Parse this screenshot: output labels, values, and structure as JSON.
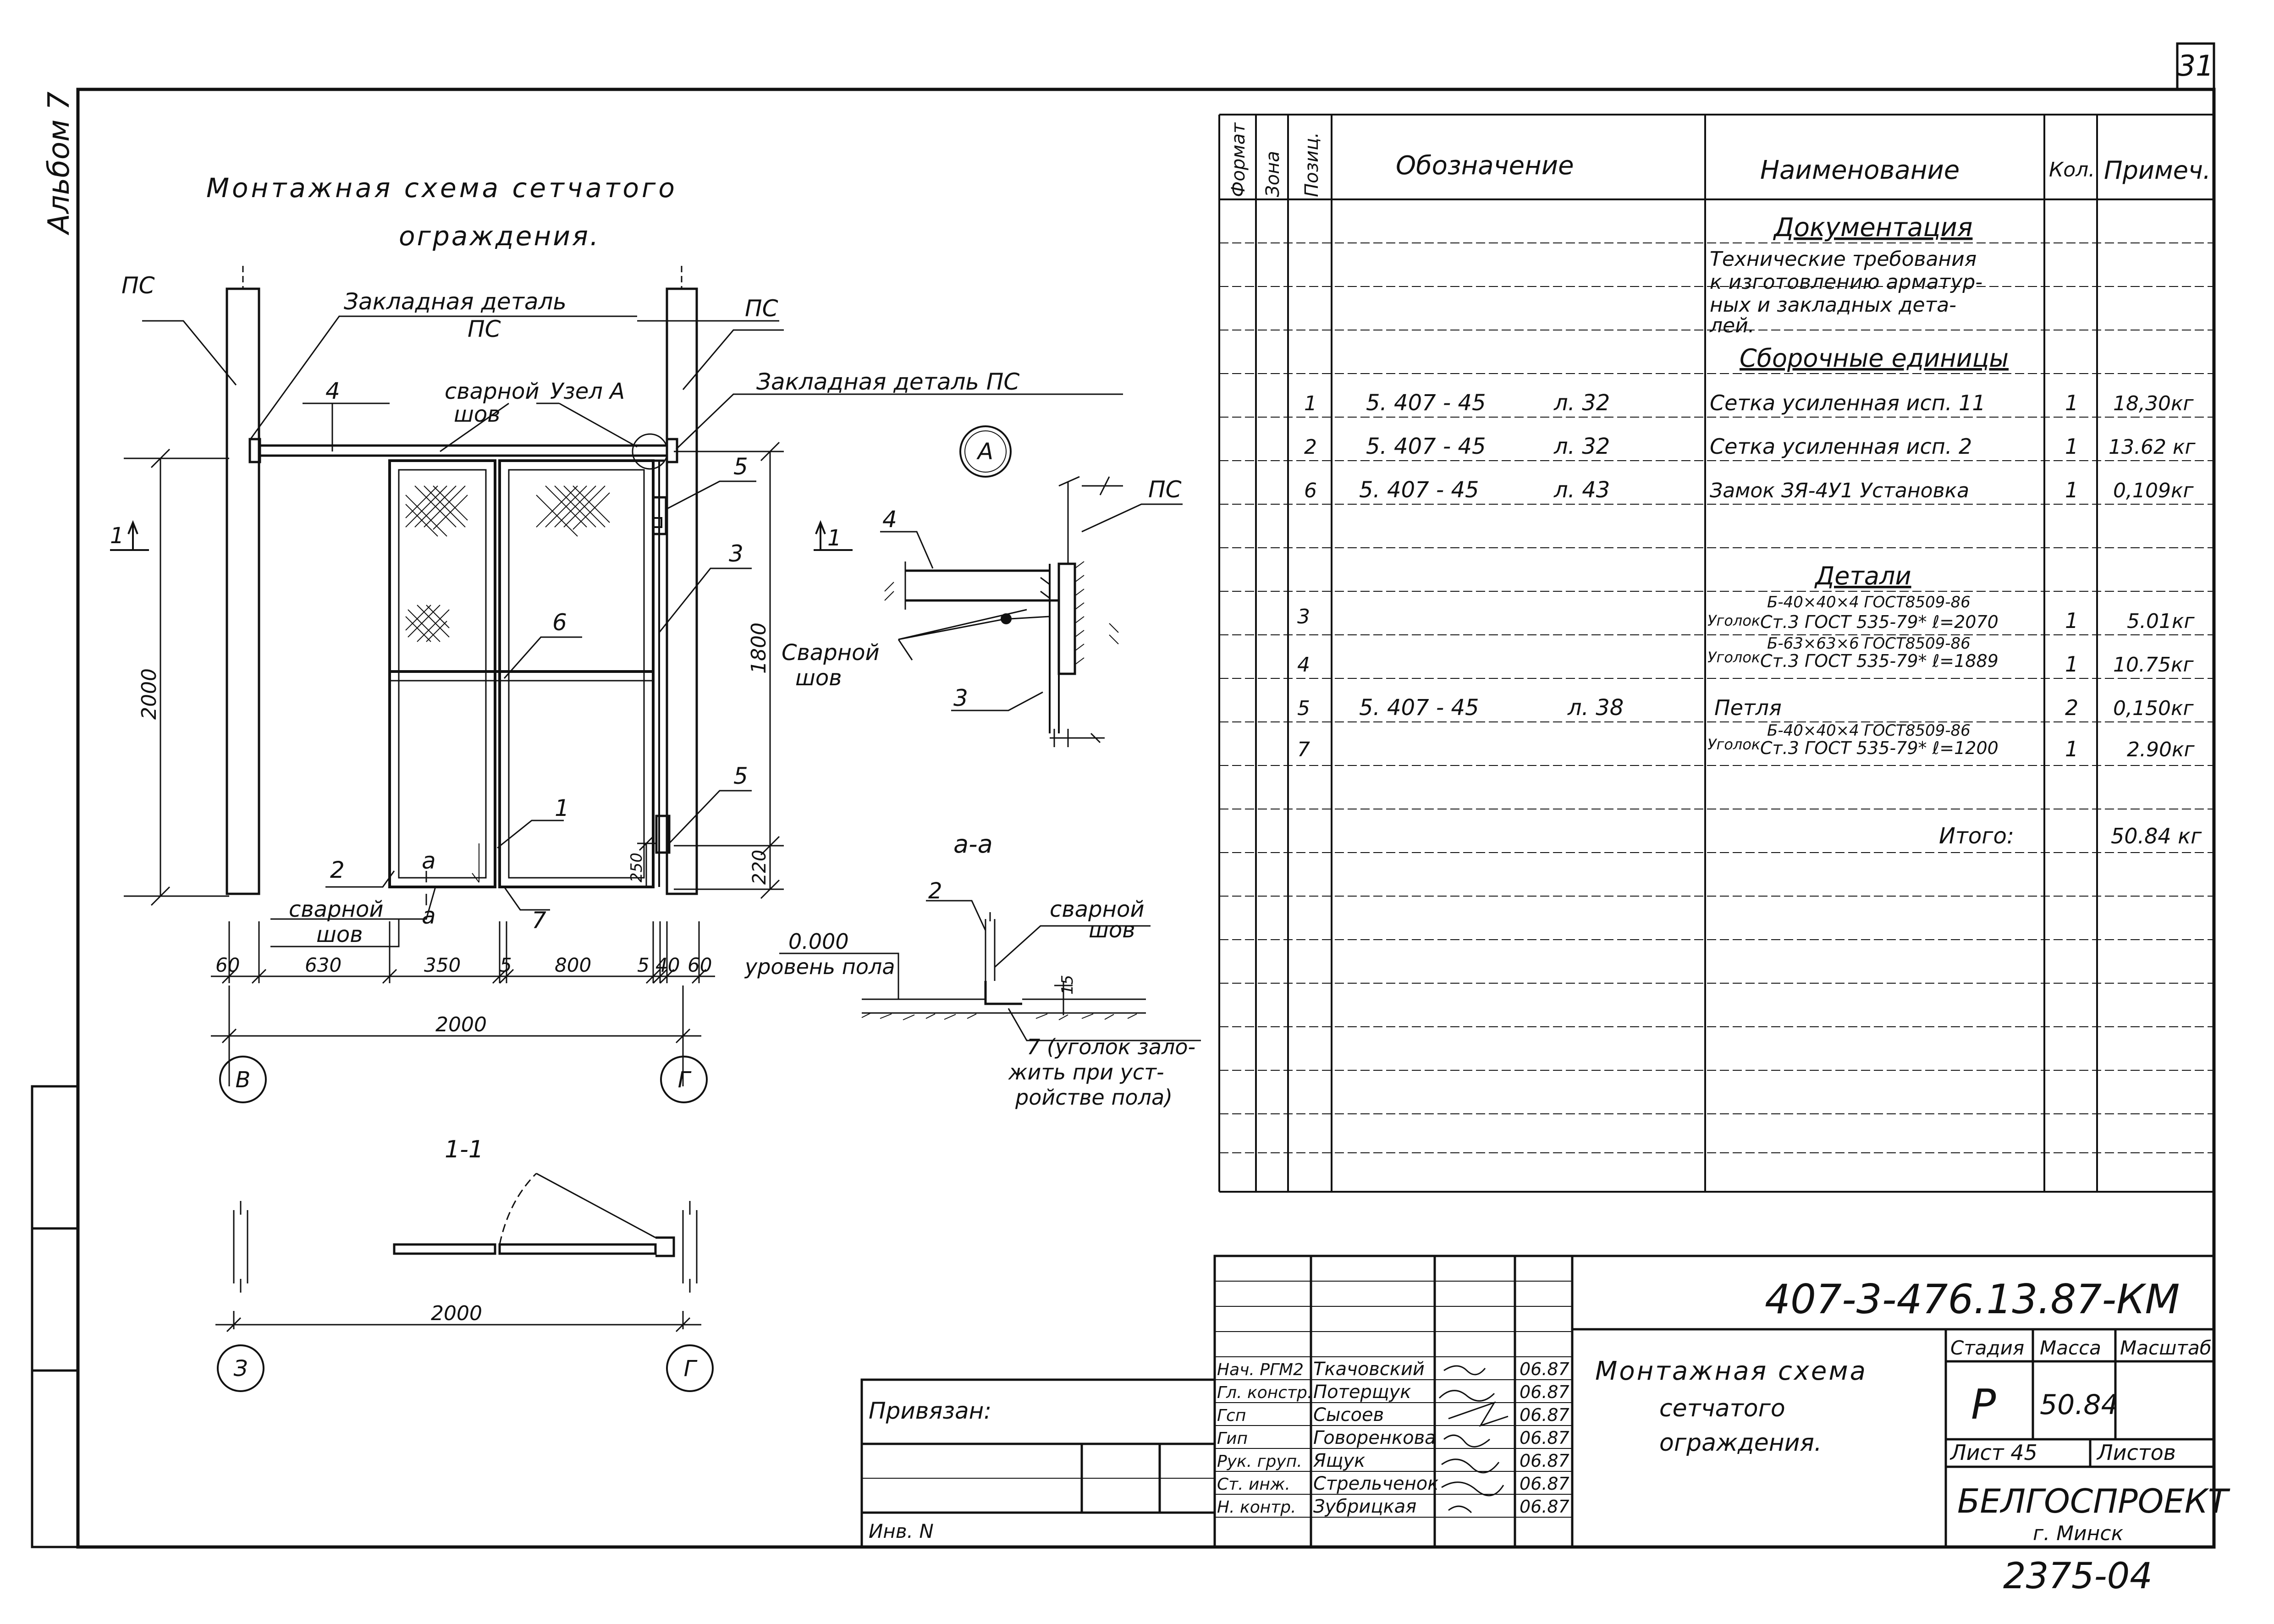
{
  "sheet": {
    "page_number": "31",
    "album_label": "Альбом 7",
    "drawing_code": "407-3-476.13.87-КМ",
    "archive_number": "2375-04"
  },
  "drawing": {
    "title_line1": "Монтажная схема сетчатого",
    "title_line2": "ограждения.",
    "labels": {
      "ps_left": "ПС",
      "ps_right": "ПС",
      "embedded_part_line1": "Закладная деталь",
      "embedded_part_line2": "ПС",
      "embedded_part_right": "Закладная деталь ПС",
      "weld_line1": "сварной",
      "weld_line2": "шов",
      "node_a": "Узел А",
      "pos_1": "1",
      "pos_2": "2",
      "pos_3": "3",
      "pos_4": "4",
      "pos_5a": "5",
      "pos_5b": "5",
      "pos_6": "6",
      "pos_7": "7",
      "section_mark_left": "1",
      "section_mark_right": "1",
      "cut_a_top": "а",
      "cut_a_bottom": "а",
      "axis_v": "В",
      "axis_g": "Г",
      "axis_z": "З",
      "axis_g2": "Г",
      "section_title": "1-1"
    },
    "dims": {
      "h_2000": "2000",
      "h_1800": "1800",
      "h_220": "220",
      "h_250": "250",
      "w_60a": "60",
      "w_630": "630",
      "w_350": "350",
      "w_5a": "5",
      "w_800": "800",
      "w_5b": "5",
      "w_40": "40",
      "w_60b": "60",
      "w_2000": "2000",
      "w_2000_section": "2000"
    },
    "node_a_detail": {
      "marker": "А",
      "ps": "ПС",
      "pos_4": "4",
      "pos_3": "3",
      "weld_line1": "Сварной",
      "weld_line2": "шов"
    },
    "section_aa": {
      "title": "а-а",
      "pos_2": "2",
      "weld_line1": "сварной",
      "weld_line2": "шов",
      "level_value": "0.000",
      "level_label": "уровень пола",
      "dim_15": "15",
      "note_line1": "7 (уголок зало-",
      "note_line2": "жить при уст-",
      "note_line3": "ройстве пола)"
    }
  },
  "spec_table": {
    "headers": {
      "format": "Формат",
      "zone": "Зона",
      "pos": "Позиц.",
      "designation": "Обозначение",
      "name": "Наименование",
      "qty": "Кол.",
      "note": "Примеч."
    },
    "documentation_title": "Документация",
    "documentation_text": [
      "Технические требования",
      "к изготовлению арматур-",
      "ных и закладных дета-",
      "лей."
    ],
    "assemblies_title": "Сборочные единицы",
    "assemblies": [
      {
        "pos": "1",
        "designation": "5. 407 - 45",
        "sheet": "л. 32",
        "name": "Сетка усиленная исп. 11",
        "qty": "1",
        "note": "18,30кг"
      },
      {
        "pos": "2",
        "designation": "5. 407 - 45",
        "sheet": "л. 32",
        "name": "Сетка усиленная исп. 2",
        "qty": "1",
        "note": "13.62 кг"
      },
      {
        "pos": "6",
        "designation": "5. 407 - 45",
        "sheet": "л. 43",
        "name": "Замок ЗЯ-4У1 Установка",
        "qty": "1",
        "note": "0,109кг"
      }
    ],
    "details_title": "Детали",
    "details": [
      {
        "pos": "3",
        "designation": "",
        "sheet": "",
        "name_prefix": "Уголок",
        "name_top": "Б-40×40×4 ГОСТ8509-86",
        "name_bottom": "Ст.3 ГОСТ 535-79* ℓ=2070",
        "qty": "1",
        "note": "5.01кг"
      },
      {
        "pos": "4",
        "designation": "",
        "sheet": "",
        "name_prefix": "Уголок",
        "name_top": "Б-63×63×6 ГОСТ8509-86",
        "name_bottom": "Ст.3 ГОСТ 535-79* ℓ=1889",
        "qty": "1",
        "note": "10.75кг"
      },
      {
        "pos": "5",
        "designation": "5. 407 - 45",
        "sheet": "л. 38",
        "name_prefix": "",
        "name_top": "",
        "name_bottom": "Петля",
        "qty": "2",
        "note": "0,150кг"
      },
      {
        "pos": "7",
        "designation": "",
        "sheet": "",
        "name_prefix": "Уголок",
        "name_top": "Б-40×40×4 ГОСТ8509-86",
        "name_bottom": "Ст.3 ГОСТ 535-79* ℓ=1200",
        "qty": "1",
        "note": "2.90кг"
      }
    ],
    "total_label": "Итого:",
    "total_value": "50.84 кг"
  },
  "title_block": {
    "signatures": [
      {
        "role": "Нач. РГМ2",
        "name": "Ткачовский",
        "date": "06.87"
      },
      {
        "role": "Гл. констр.",
        "name": "Потерщук",
        "date": "06.87"
      },
      {
        "role": "Гсп",
        "name": "Сысоев",
        "date": "06.87"
      },
      {
        "role": "Гип",
        "name": "Говоренкова",
        "date": "06.87"
      },
      {
        "role": "Рук. груп.",
        "name": "Ящук",
        "date": "06.87"
      },
      {
        "role": "Ст. инж.",
        "name": "Стрельченок",
        "date": "06.87"
      },
      {
        "role": "Н. контр.",
        "name": "Зубрицкая",
        "date": "06.87"
      }
    ],
    "bound_label": "Привязан:",
    "inv_label": "Инв. N",
    "drawing_title": [
      "Монтажная схема",
      "сетчатого",
      "ограждения."
    ],
    "stage_label": "Стадия",
    "mass_label": "Масса",
    "scale_label": "Масштаб",
    "stage_value": "Р",
    "mass_value": "50.84",
    "sheet_label": "Лист 45",
    "sheets_label": "Листов",
    "org_name": "БЕЛГОСПРОЕКТ",
    "org_city": "г. Минск"
  }
}
